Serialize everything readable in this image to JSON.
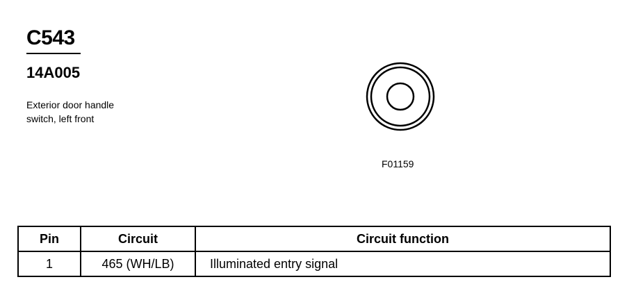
{
  "header": {
    "connector_id": "C543",
    "part_number": "14A005",
    "description_lines": [
      "Exterior door handle",
      "switch, left front"
    ]
  },
  "figure": {
    "code": "F01159",
    "icon": "circular-connector-icon"
  },
  "table": {
    "headers": {
      "pin": "Pin",
      "circuit": "Circuit",
      "function": "Circuit function"
    },
    "rows": [
      {
        "pin": "1",
        "circuit": "465 (WH/LB)",
        "function": "Illuminated entry signal"
      }
    ]
  }
}
